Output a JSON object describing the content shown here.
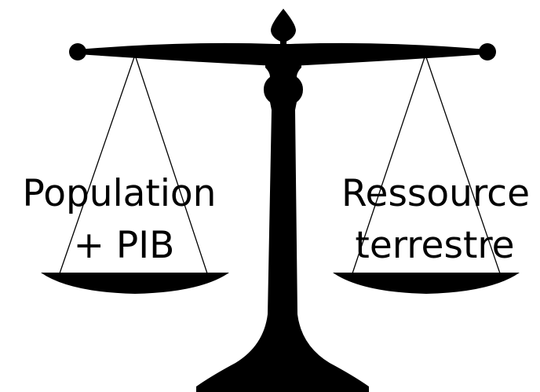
{
  "colors": {
    "ink": "#000000",
    "background": "#ffffff"
  },
  "left_pan": {
    "line1": "Population",
    "line2": "+ PIB"
  },
  "right_pan": {
    "line1": "Ressource",
    "line2": "terrestre"
  }
}
